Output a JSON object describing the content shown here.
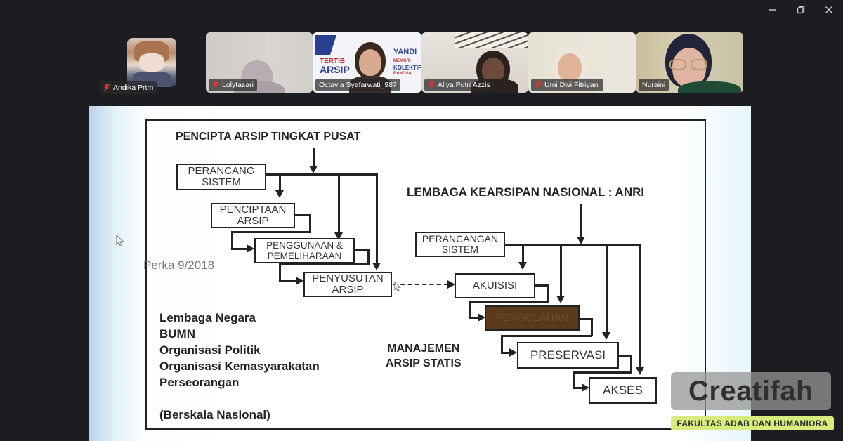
{
  "window": {
    "controls": [
      {
        "name": "minimize",
        "icon": "minimize-icon"
      },
      {
        "name": "restore",
        "icon": "restore-icon"
      },
      {
        "name": "close",
        "icon": "close-icon"
      }
    ]
  },
  "participants": [
    {
      "name": "Andika Prtm",
      "muted": true,
      "avatar": "anime-avatar"
    },
    {
      "name": "Lolytasari",
      "muted": true
    },
    {
      "name": "Octavia Syafarwati_987",
      "muted": false,
      "active_speaker": true,
      "background_text": [
        "YANDI",
        "TERTIB",
        "ARSIP",
        "MEMORI",
        "KOLEKTIF",
        "BANGSA"
      ]
    },
    {
      "name": "Allya Putri Azzis",
      "muted": true
    },
    {
      "name": "Umi Dwi Fitriyani",
      "muted": true
    },
    {
      "name": "Nuraini",
      "muted": false
    }
  ],
  "slide": {
    "left_title": "PENCIPTA ARSIP TINGKAT PUSAT",
    "right_title": "LEMBAGA KEARSIPAN NASIONAL : ANRI",
    "perka": "Perka 9/2018",
    "left_boxes": [
      {
        "line1": "PERANCANG",
        "line2": "SISTEM"
      },
      {
        "line1": "PENCIPTAAN",
        "line2": "ARSIP"
      },
      {
        "line1": "PENGGUNAAN &",
        "line2": "PEMELIHARAAN"
      },
      {
        "line1": "PENYUSUTAN",
        "line2": "ARSIP"
      }
    ],
    "right_boxes": [
      {
        "line1": "PERANCANGAN",
        "line2": "SISTEM"
      },
      {
        "line1": "AKUISISI"
      },
      {
        "line1": "PENGOLAHAN",
        "fill": "#5a3a1a"
      },
      {
        "line1": "PRESERVASI"
      },
      {
        "line1": "AKSES"
      }
    ],
    "static_label": {
      "line1": "MANAJEMEN",
      "line2": "ARSIP STATIS"
    },
    "organizations": [
      "Lembaga Negara",
      "BUMN",
      "Organisasi Politik",
      "Organisasi Kemasyarakatan",
      "Perseorangan"
    ],
    "scale_note": "(Berskala Nasional)"
  },
  "watermark": {
    "title": "Creatifah",
    "subtitle": "FAKULTAS ADAB DAN HUMANIORA"
  },
  "colors": {
    "background": "#1c1d21",
    "active_speaker": "#3dd68c",
    "muted_icon": "#e0312f",
    "pengolahan_fill": "#5a3a1a",
    "watermark_sub": "#d6ec7c"
  }
}
